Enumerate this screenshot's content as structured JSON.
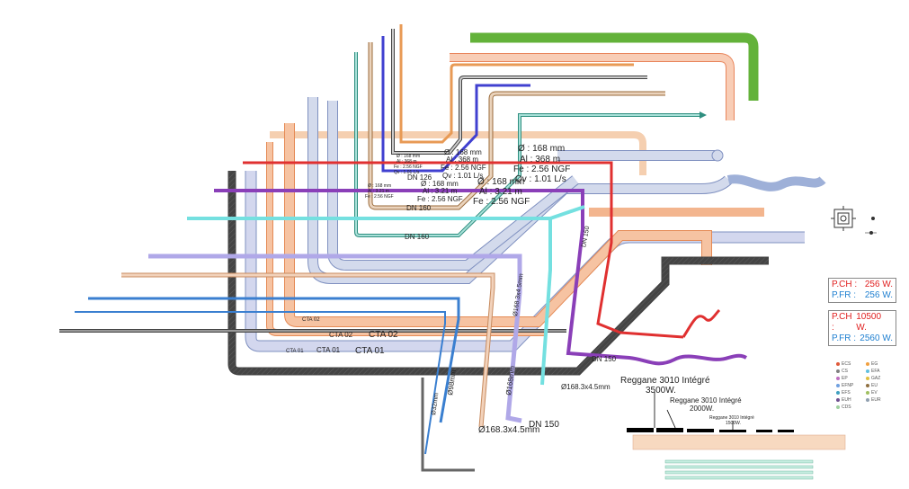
{
  "labels": {
    "dn126": "DN 126",
    "dn160a": "DN 160",
    "dn160b": "DN 160",
    "dn150a": "DN 150",
    "dn150b": "DN 150",
    "dn150c": "DN 150",
    "cta02_s": "CTA 02",
    "cta02_m": "CTA 02",
    "cta02_l": "CTA 02",
    "cta01_s": "CTA 01",
    "cta01_m": "CTA 01",
    "cta01_l": "CTA 01",
    "d168_45_a": "Ø168.3x4.5mm",
    "d168_45_b": "Ø168.3x4.5mm",
    "d168_45_c": "Ø168.3x4.5mm",
    "d168mm": "Ø168mm",
    "d98mm": "Ø98mm",
    "d32mm": "Ø32mm"
  },
  "specs": {
    "big": [
      "Ø : 168 mm",
      "Al : 368 m",
      "Fe : 2.56 NGF",
      "Qv : 1.01 L/s"
    ],
    "mid": [
      "Ø : 168 mm",
      "Al : 368 m",
      "Fe : 2.56 NGF",
      "Qv : 1.01 L/s"
    ],
    "small": [
      "Ø : 168 mm",
      "Al : 368 m",
      "Fe : 2.56 NGF",
      "Qv : 1.01 L/s"
    ],
    "b2": [
      "Ø : 168 mm",
      "Al : 3.21 m",
      "Fe : 2.56 NGF"
    ],
    "b2mid": [
      "Ø : 168 mm",
      "Al : 3.21 m",
      "Fe : 2.56 NGF"
    ],
    "b2small": [
      "Ø : 168 mm",
      "Al : 3.21 m",
      "Fe : 2.56 NGF"
    ]
  },
  "radiators": [
    {
      "line1": "Reggane 3010 Intégré",
      "line2": "3500W."
    },
    {
      "line1": "Reggane 3010 Intégré",
      "line2": "2000W."
    },
    {
      "line1": "Reggane 3010 Intégré",
      "line2": "1500W."
    }
  ],
  "power1": {
    "pch_label": "P.CH :",
    "pch_value": "256 W.",
    "pfr_label": "P.FR :",
    "pfr_value": "256 W."
  },
  "power2": {
    "pch_label": "P.CH :",
    "pch_value": "10500 W.",
    "pfr_label": "P.FR :",
    "pfr_value": "2560 W."
  },
  "legend": [
    {
      "code": "ECS",
      "color": "#e05a3a"
    },
    {
      "code": "EG",
      "color": "#f0a040"
    },
    {
      "code": "CS",
      "color": "#808080"
    },
    {
      "code": "EFA",
      "color": "#60c0e0"
    },
    {
      "code": "EP",
      "color": "#c070c0"
    },
    {
      "code": "GAZ",
      "color": "#e0c040"
    },
    {
      "code": "EFNP",
      "color": "#70a0e0"
    },
    {
      "code": "EU",
      "color": "#907040"
    },
    {
      "code": "EFS",
      "color": "#40a0c0"
    },
    {
      "code": "EV",
      "color": "#a0c060"
    },
    {
      "code": "EUH",
      "color": "#705090"
    },
    {
      "code": "EUR",
      "color": "#90a0b0"
    },
    {
      "code": "CDS",
      "color": "#a0d0a0"
    }
  ],
  "colors": {
    "orange": "#f2a574",
    "peach": "#f5c9a0",
    "gray": "#555555",
    "lightblue": "#b9c4e0",
    "teal": "#40a090",
    "cyan": "#70e8e8",
    "purple": "#9050c0",
    "red": "#e03030",
    "green": "#80d050",
    "tan": "#e8c8a8",
    "brown": "#b0804a",
    "blue": "#3a7fd0"
  }
}
